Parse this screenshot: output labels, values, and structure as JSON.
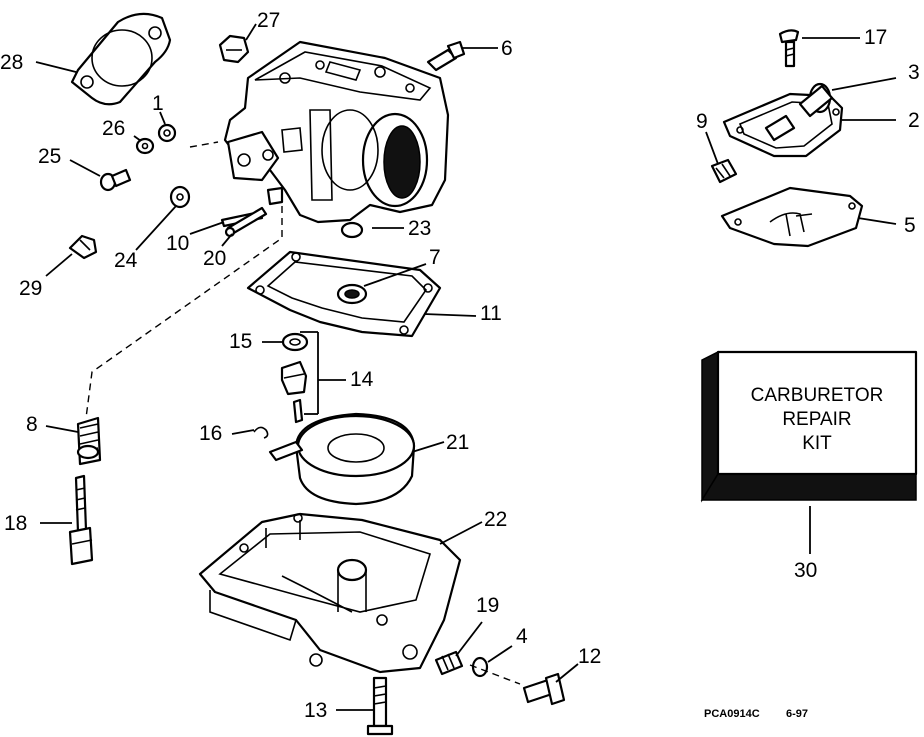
{
  "callouts": {
    "c1": "1",
    "c2": "2",
    "c3": "3",
    "c4": "4",
    "c5": "5",
    "c6": "6",
    "c7": "7",
    "c8": "8",
    "c9": "9",
    "c10": "10",
    "c11": "11",
    "c12": "12",
    "c13": "13",
    "c14": "14",
    "c15": "15",
    "c16": "16",
    "c17": "17",
    "c18": "18",
    "c19": "19",
    "c20": "20",
    "c21": "21",
    "c22": "22",
    "c23": "23",
    "c24": "24",
    "c25": "25",
    "c26": "26",
    "c27": "27",
    "c28": "28",
    "c29": "29",
    "c30": "30"
  },
  "kit": {
    "line1": "CARBURETOR",
    "line2": "REPAIR",
    "line3": "KIT"
  },
  "footer": {
    "code": "PCA0914C",
    "date": "6-97"
  }
}
